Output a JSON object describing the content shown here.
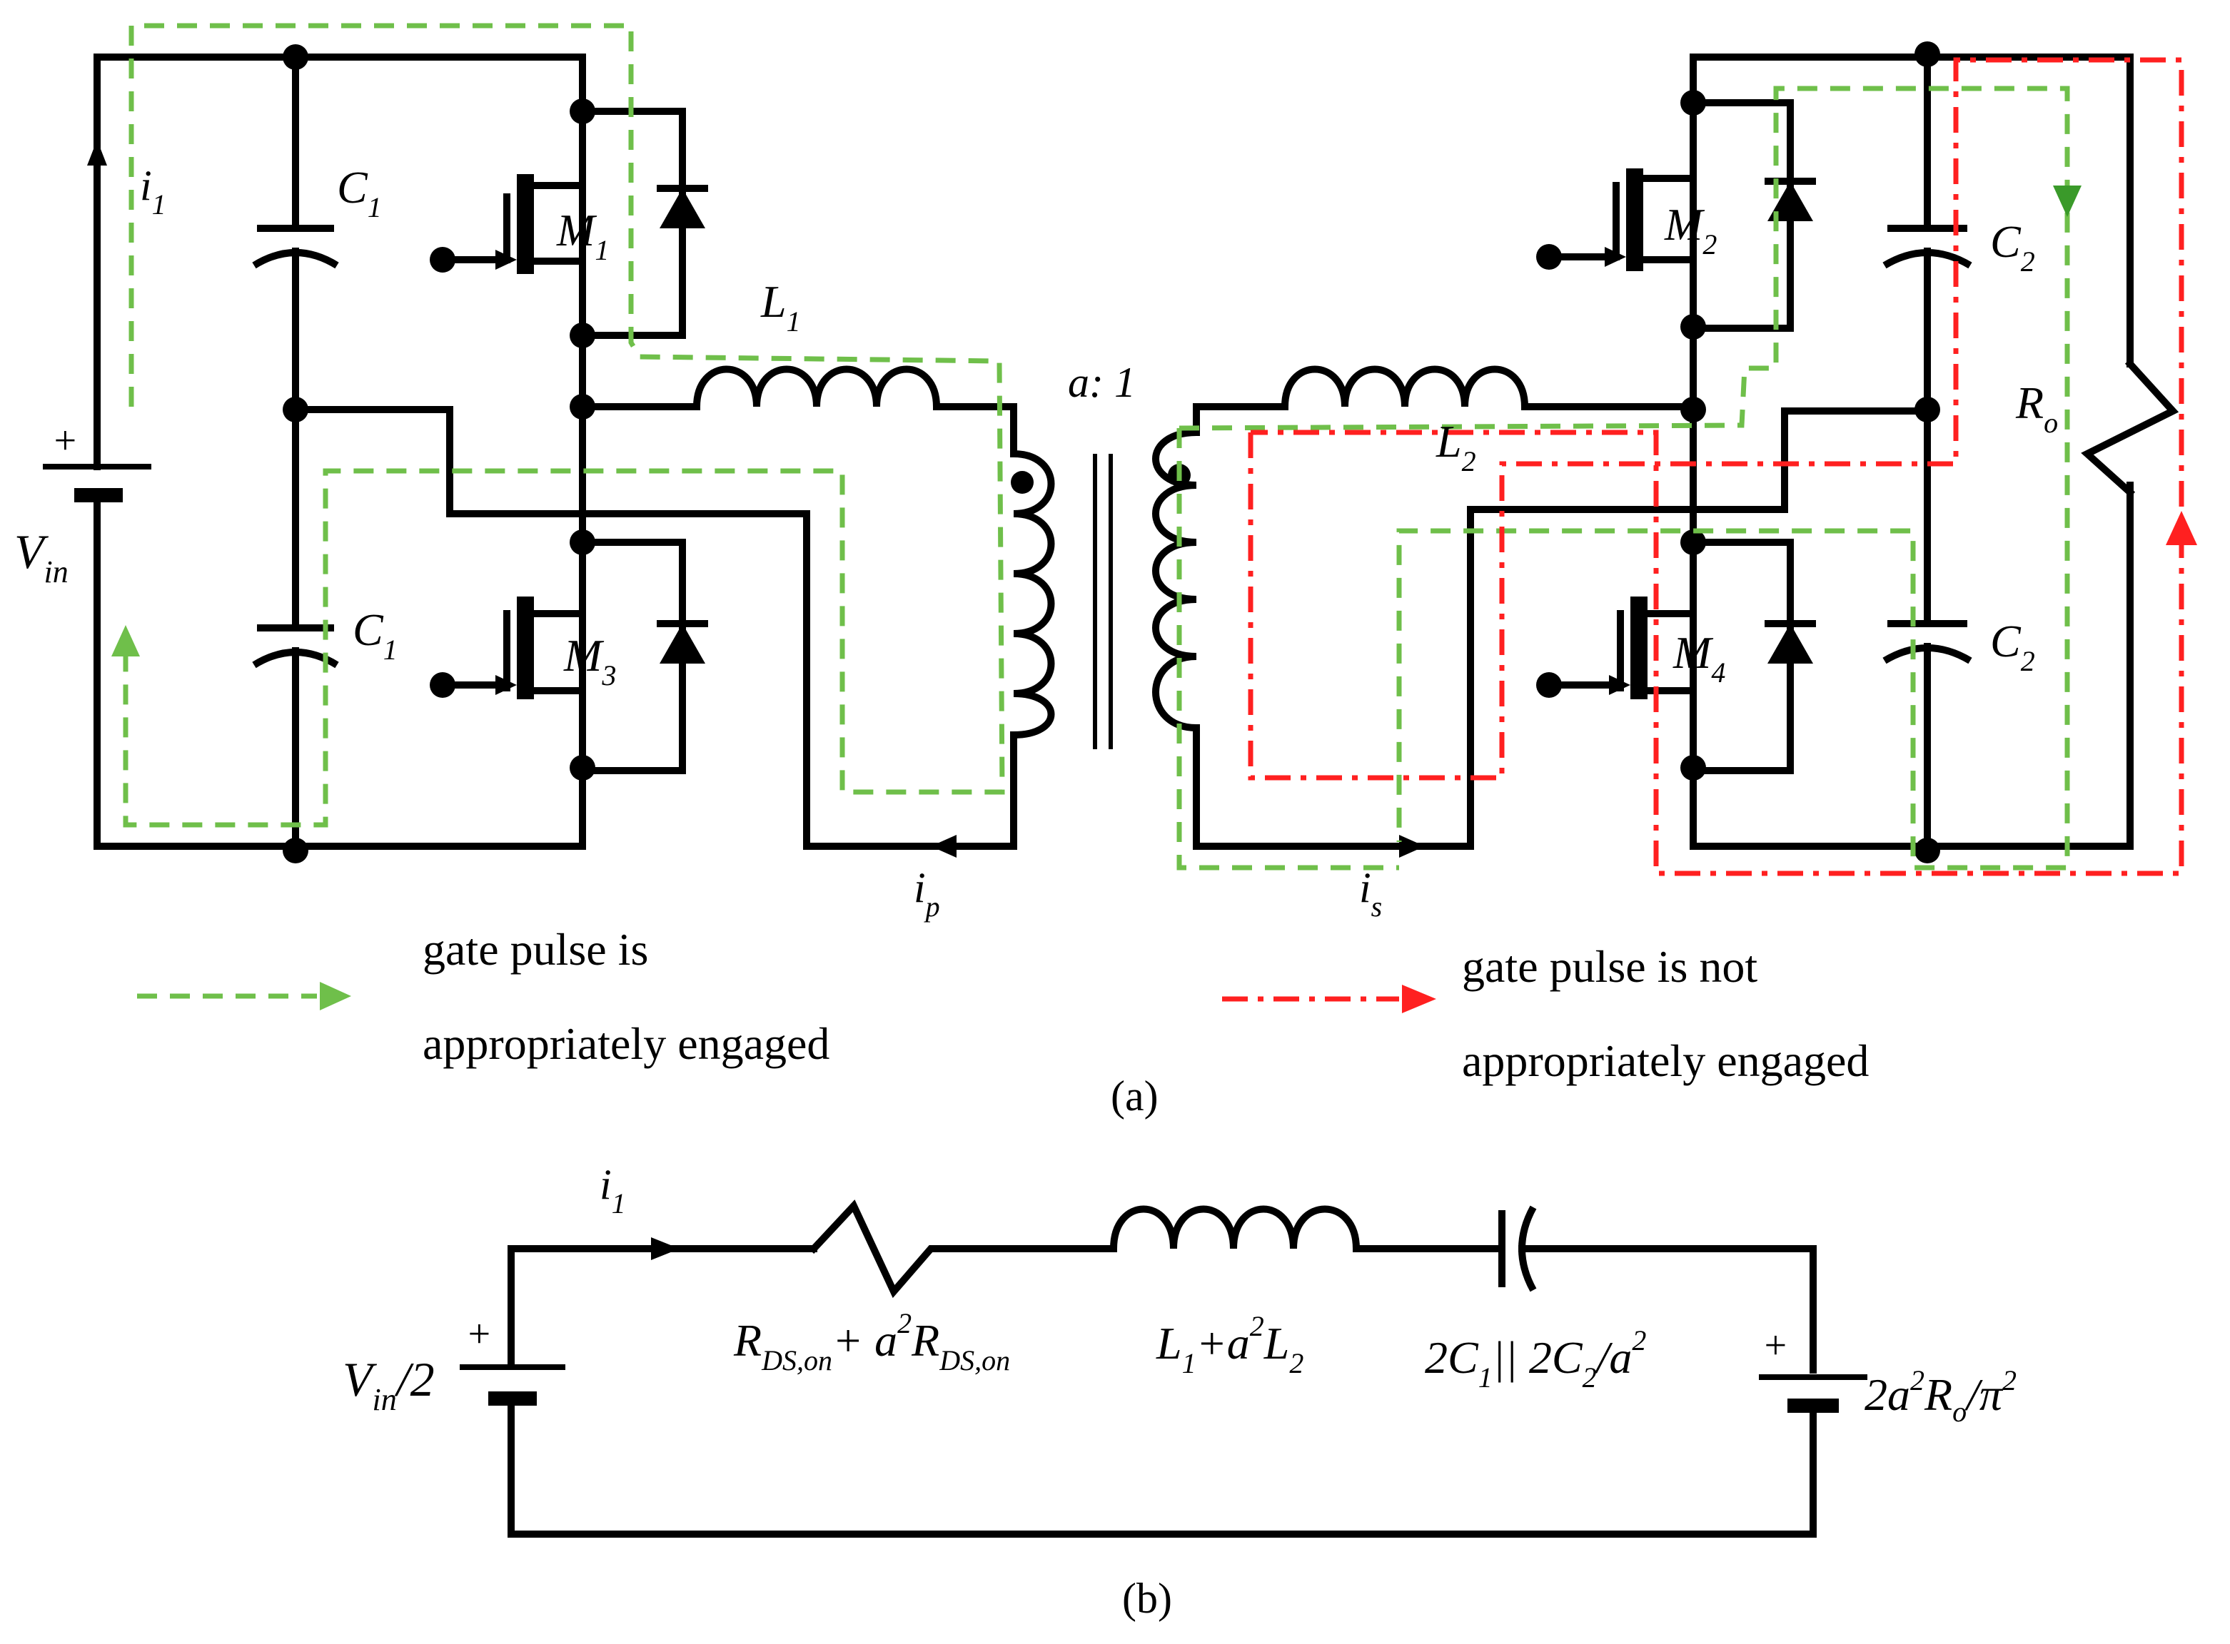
{
  "part_a": {
    "caption": "(a)",
    "vin": {
      "main": "V",
      "sub": "in"
    },
    "plus": "+",
    "i1": {
      "main": "i",
      "sub": "1"
    },
    "ip": {
      "main": "i",
      "sub": "p"
    },
    "is": {
      "main": "i",
      "sub": "s"
    },
    "c1_top": {
      "main": "C",
      "sub": "1"
    },
    "c1_bot": {
      "main": "C",
      "sub": "1"
    },
    "c2_top": {
      "main": "C",
      "sub": "2"
    },
    "c2_bot": {
      "main": "C",
      "sub": "2"
    },
    "m1": {
      "main": "M",
      "sub": "1"
    },
    "m2": {
      "main": "M",
      "sub": "2"
    },
    "m3": {
      "main": "M",
      "sub": "3"
    },
    "m4": {
      "main": "M",
      "sub": "4"
    },
    "l1": {
      "main": "L",
      "sub": "1"
    },
    "l2": {
      "main": "L",
      "sub": "2"
    },
    "ro": {
      "main": "R",
      "sub": "o"
    },
    "ratio": "a: 1",
    "legend_green": {
      "line1": "gate pulse is",
      "line2": "appropriately engaged",
      "color": "#6fbf4a"
    },
    "legend_red": {
      "line1": "gate pulse is not",
      "line2": "appropriately engaged",
      "color": "#ff2020"
    }
  },
  "part_b": {
    "caption": "(b)",
    "i1": {
      "main": "i",
      "sub": "1"
    },
    "source_left": {
      "main": "V",
      "sub": "in",
      "tail": "/2"
    },
    "source_right": {
      "pre": "2a",
      "sup": "2",
      "mid": "R",
      "sub": "o",
      "tail": "/π",
      "sup2": "2"
    },
    "plus": "+",
    "resistor": {
      "r1": "R",
      "r1sub": "DS,on",
      "plus": "+ a",
      "sup": "2",
      "r2": "R",
      "r2sub": "DS,on"
    },
    "inductor": {
      "l1": "L",
      "l1sub": "1",
      "plus": "+a",
      "sup": "2",
      "l2": "L",
      "l2sub": "2"
    },
    "capacitor": {
      "c1pre": "2C",
      "c1sub": "1",
      "par": "|| 2C",
      "c2sub": "2",
      "tail": "/a",
      "sup": "2"
    }
  }
}
